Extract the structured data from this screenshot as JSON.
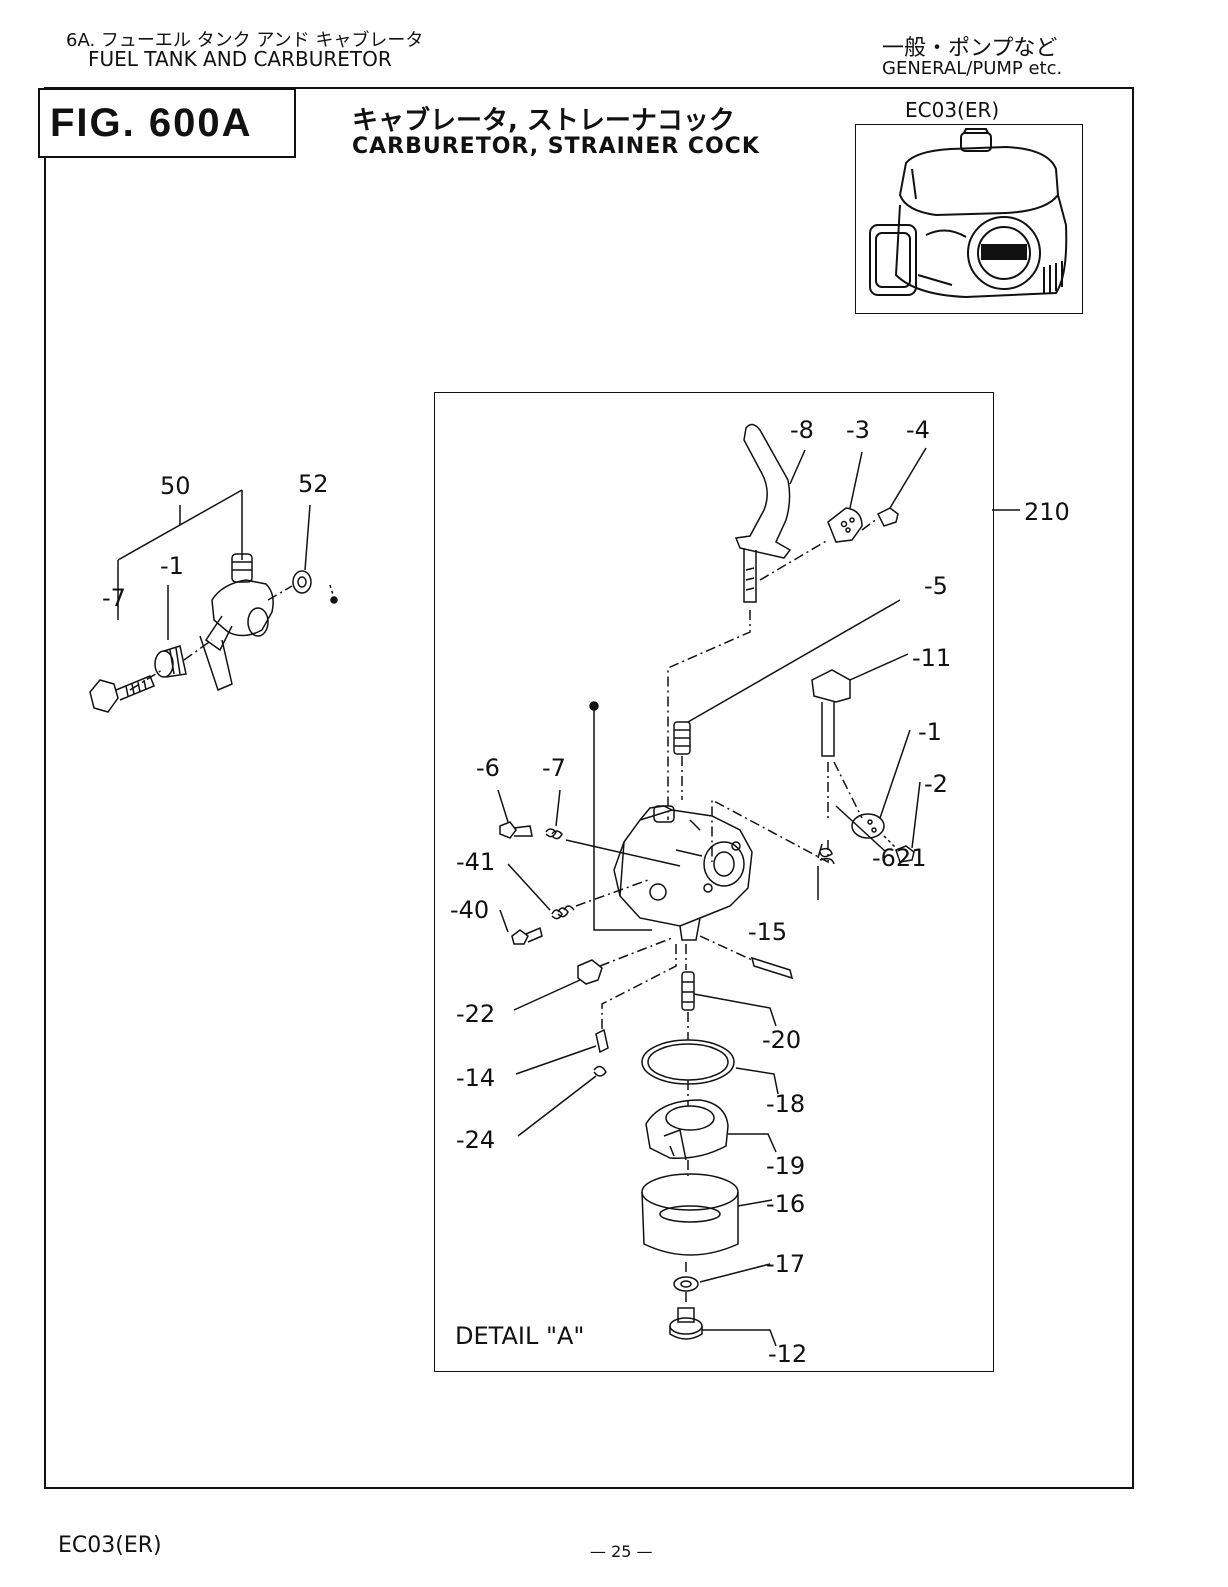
{
  "header": {
    "section_jp": "6A. フューエル タンク アンド キャブレータ",
    "section_en": "FUEL TANK AND CARBURETOR",
    "category_jp": "一般・ポンプなど",
    "category_en": "GENERAL/PUMP  etc."
  },
  "figure": {
    "number": "FIG.  600A",
    "title_jp": "キャブレータ, ストレーナコック",
    "title_en": "CARBURETOR, STRAINER COCK",
    "model": "EC03(ER)"
  },
  "detail_label": "DETAIL \"A\"",
  "parts": {
    "p50": "50",
    "p52": "52",
    "p1a": "-1",
    "p7a": "-7",
    "p8": "-8",
    "p3": "-3",
    "p4": "-4",
    "p210": "210",
    "p5": "-5",
    "p11": "-11",
    "p1b": "-1",
    "p2": "-2",
    "p6": "-6",
    "p7b": "-7",
    "p621": "-621",
    "p41": "-41",
    "p40": "-40",
    "p15": "-15",
    "p22": "-22",
    "p20": "-20",
    "p14": "-14",
    "p18": "-18",
    "p24": "-24",
    "p19": "-19",
    "p16": "-16",
    "p17": "-17",
    "p12": "-12"
  },
  "footer": {
    "model": "EC03(ER)",
    "page": "— 25 —"
  }
}
